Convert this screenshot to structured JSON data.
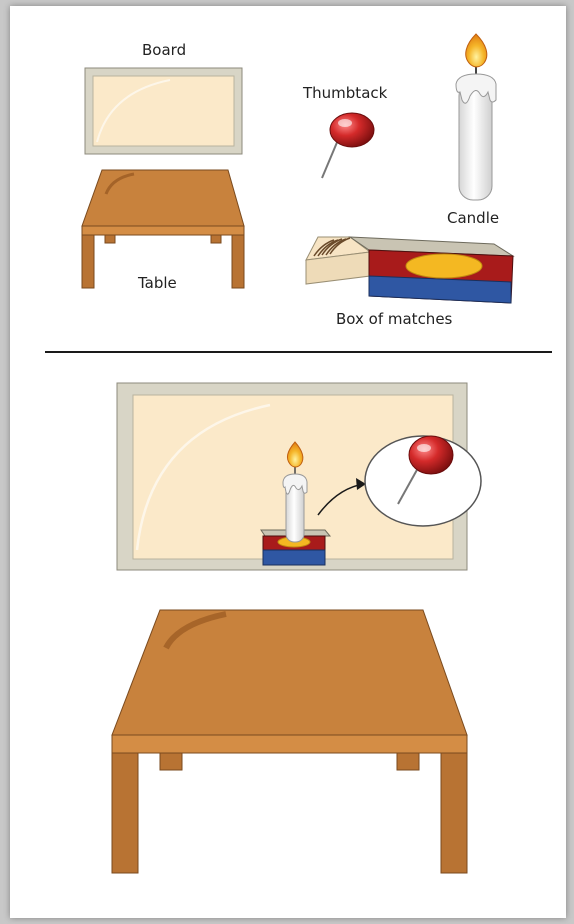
{
  "labels": {
    "board": "Board",
    "thumbtack": "Thumbtack",
    "candle": "Candle",
    "table": "Table",
    "matches": "Box of matches"
  },
  "colors": {
    "board_fill": "#fbe9c9",
    "board_frame": "#d8d5c6",
    "table_top": "#c8823d",
    "table_front": "#d48d45",
    "table_leg": "#b87333",
    "tack_red": "#d42a2a",
    "candle_wax": "#eeeeee",
    "flame": "#f5a623",
    "box_red": "#a81b1b",
    "box_blue": "#2f57a3",
    "box_yellow": "#f4b822"
  }
}
